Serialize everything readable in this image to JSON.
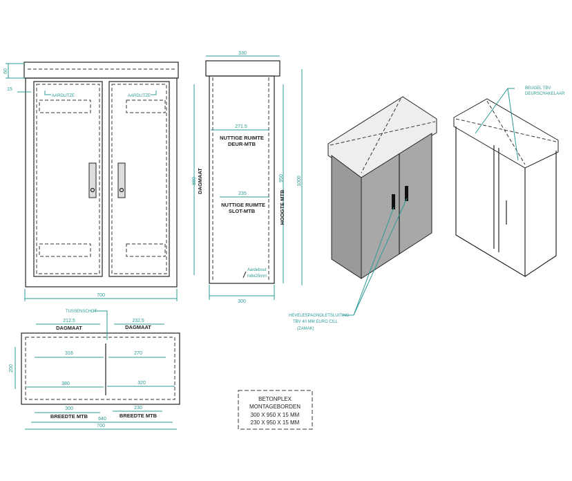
{
  "front_view": {
    "dim_roof": "60",
    "dim_offset": "15",
    "earth_left": "AARDLITZE",
    "earth_right": "AARDLITZE",
    "dim_width": "700",
    "dim_height": "880"
  },
  "side_view": {
    "dim_top": "330",
    "dim_bottom": "300",
    "dagmaat": "DAGMAAT",
    "dim_door_space": "271.5",
    "door_space_1": "NUTTIGE RUIMTE",
    "door_space_2": "DEUR-MTB",
    "dim_lock_space": "235",
    "lock_space_1": "NUTTIGE RUIMTE",
    "lock_space_2": "SLOT-MTB",
    "hoogte_mtb": "HOOGTE MTB",
    "dim_950": "950",
    "dim_1000": "1000",
    "bolt_1": "Aardebout",
    "bolt_2": "m8x25mm"
  },
  "top_view": {
    "partition": "TUSSENSCHOT",
    "dim_left_dag": "212.5",
    "dim_right_dag": "232.5",
    "dagmaat_left": "DAGMAAT",
    "dagmaat_right": "DAGMAAT",
    "dim_316": "316",
    "dim_270": "270",
    "dim_380": "380",
    "dim_320": "320",
    "dim_300": "300",
    "dim_230": "230",
    "breedte_left": "BREEDTE MTB",
    "breedte_right": "BREEDTE MTB",
    "dim_640": "640",
    "dim_700": "700",
    "dim_200": "200"
  },
  "iso_view": {
    "bracket_1": "BEUGEL TBV",
    "bracket_2": "DEURSCHAKELAAR",
    "lock_1": "HEVELESPAGNOLETSLUITING",
    "lock_2": "TBV 40 MM EURO CILL",
    "lock_3": "(ZAMAK)"
  },
  "spec_box": {
    "lines": [
      "BETONPLEX",
      "MONTAGEBORDEN",
      "300 X 950 X 15 MM",
      "230 X 950 X 15 MM"
    ]
  }
}
